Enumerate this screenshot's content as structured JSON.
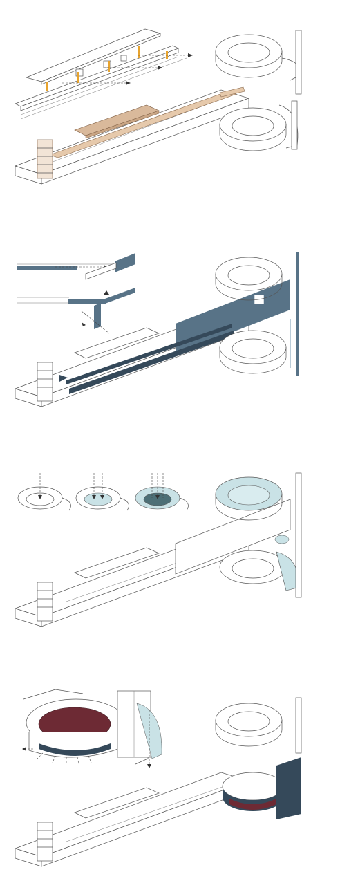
{
  "diagram": {
    "panels": [
      {
        "id": "circulation",
        "accent": "#d9b99b",
        "accent_secondary": "#e8a42e"
      },
      {
        "id": "structure",
        "accent": "#587387"
      },
      {
        "id": "light",
        "accent": "#c9e2e6"
      },
      {
        "id": "auditorium",
        "accent": "#6d2a34",
        "accent_secondary": "#35495a"
      }
    ],
    "icons": [
      "arrow-right-icon",
      "arrow-down-icon",
      "arrow-up-icon"
    ]
  }
}
